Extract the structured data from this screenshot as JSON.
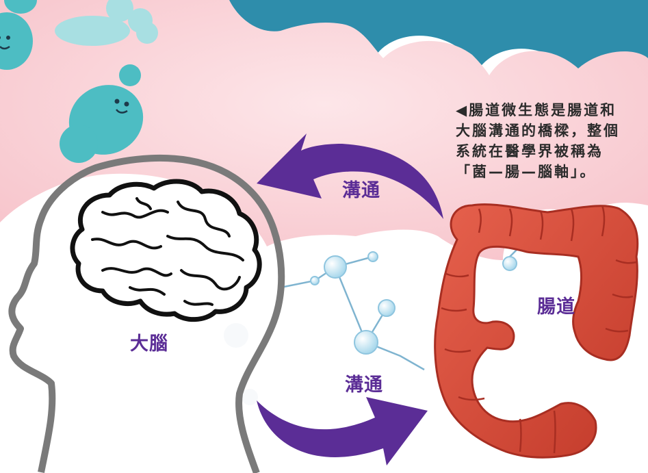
{
  "labels": {
    "communicate_top": "溝通",
    "communicate_bottom": "溝通",
    "brain": "大腦",
    "gut": "腸道"
  },
  "caption": {
    "lines": [
      "◀腸道微生態是腸道和",
      "大腦溝通的橋樑，整個",
      "系統在醫學界被稱為",
      "「菌—腸—腦軸」。"
    ]
  },
  "colors": {
    "sky": "#2e8dab",
    "cloud": "#fbd3d8",
    "microbe": "#4dbdc3",
    "arrow": "#5b2d96",
    "head_outline": "#7a7a7a",
    "intestine": "#d64a36",
    "label_text": "#5b2d96"
  }
}
